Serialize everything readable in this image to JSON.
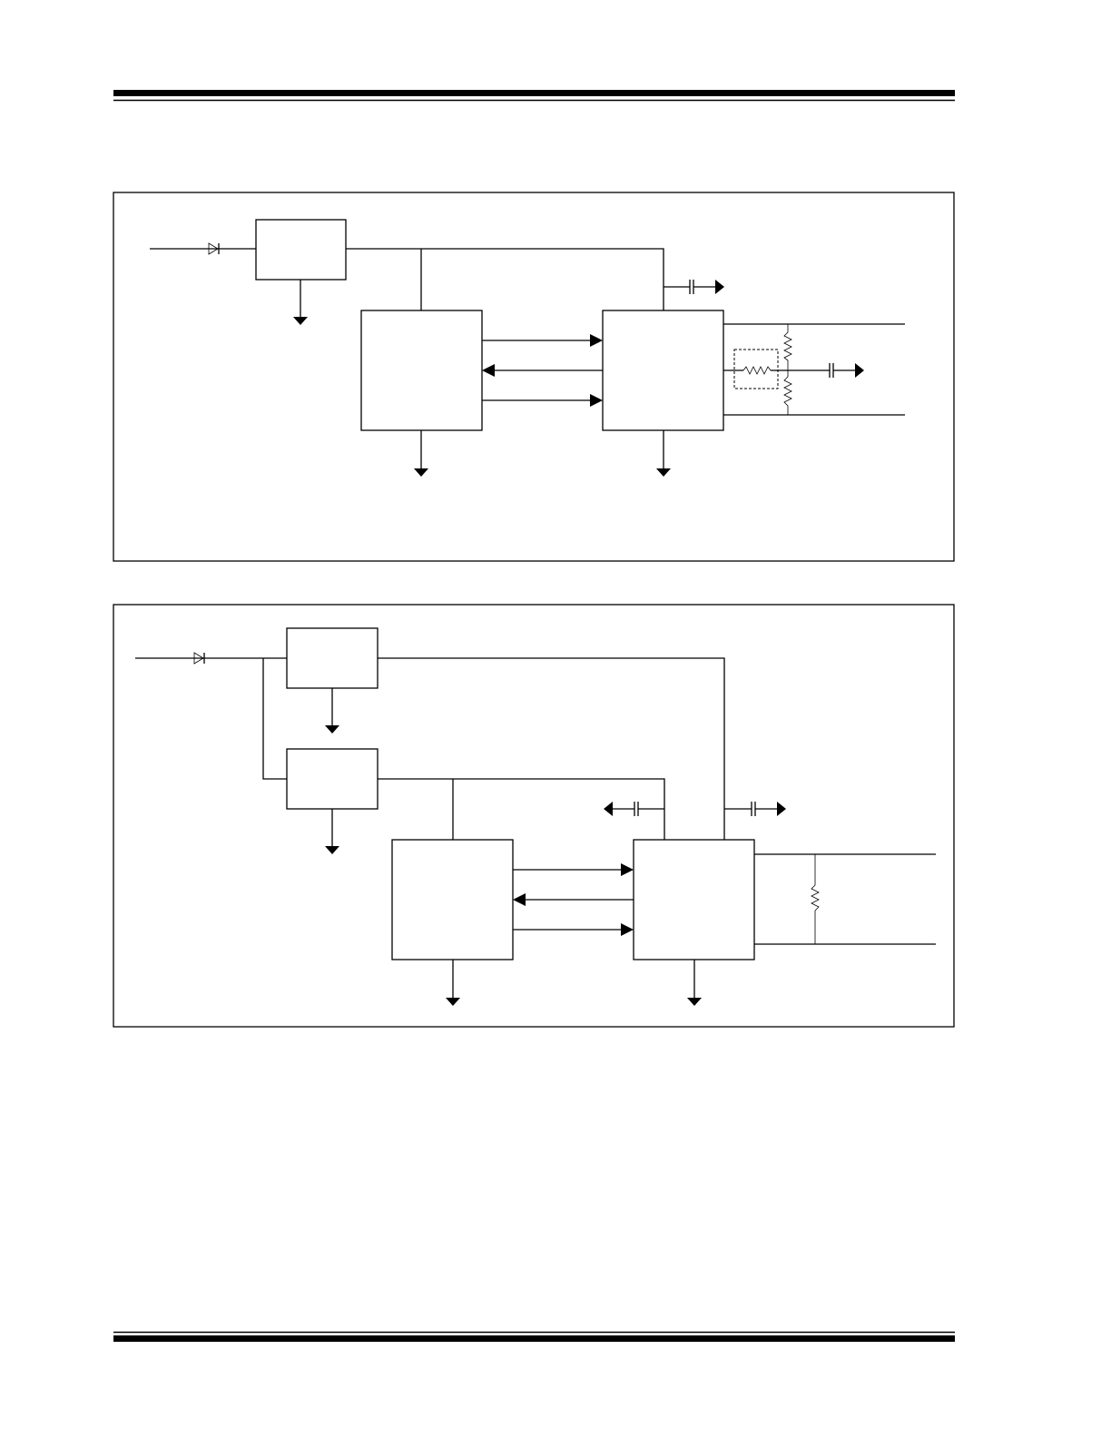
{
  "page": {
    "background_color": "#ffffff",
    "line_color": "#000000"
  },
  "diagram_1": {
    "icons": [
      "diode-icon",
      "regulator-block",
      "controller-block",
      "transceiver-block",
      "capacitor-icon",
      "resistor-icon",
      "ground-arrow-icon",
      "signal-arrow-icon"
    ]
  },
  "diagram_2": {
    "icons": [
      "diode-icon",
      "regulator-block",
      "regulator-block",
      "controller-block",
      "transceiver-block",
      "capacitor-icon",
      "resistor-icon",
      "ground-arrow-icon",
      "signal-arrow-icon"
    ]
  }
}
